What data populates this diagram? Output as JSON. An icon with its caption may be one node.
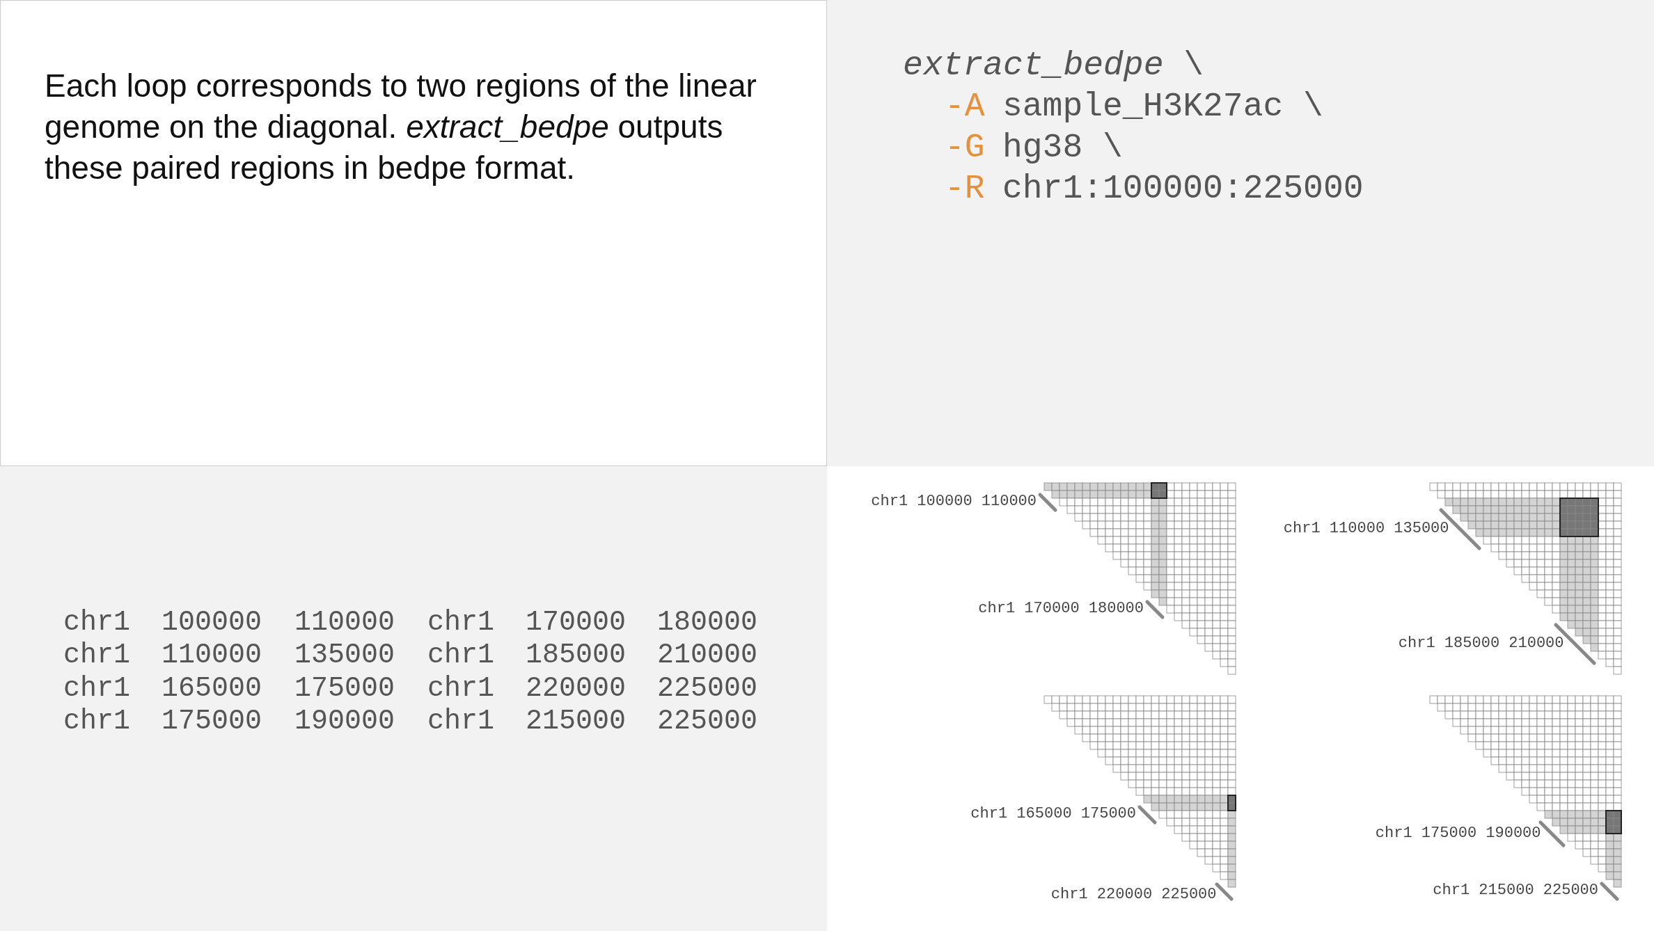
{
  "diagram": {
    "labels": [
      "Each loop corresponds to two regions of the linear genome on the diagonal. *extract_bedpe* outputs these paired regions in bedpe format.",
      "*extract_bedpe* \\",
      "-A",
      "sample_H3K27ac \\",
      "-G",
      "hg38 \\",
      "-R",
      "chr1:100000:225000",
      "chr1",
      "100000",
      "110000",
      "chr1",
      "170000",
      "180000",
      "chr1",
      "110000",
      "135000",
      "chr1",
      "185000",
      "210000",
      "chr1",
      "165000",
      "175000",
      "chr1",
      "220000",
      "225000",
      "chr1",
      "175000",
      "190000",
      "chr1",
      "215000",
      "225000",
      "chr1 100000 110000",
      "chr1 170000 180000",
      "chr1 110000 135000",
      "chr1 185000 210000",
      "chr1 165000 175000",
      "chr1 220000 225000",
      "chr1 175000 190000",
      "chr1 215000 225000"
    ]
  }
}
